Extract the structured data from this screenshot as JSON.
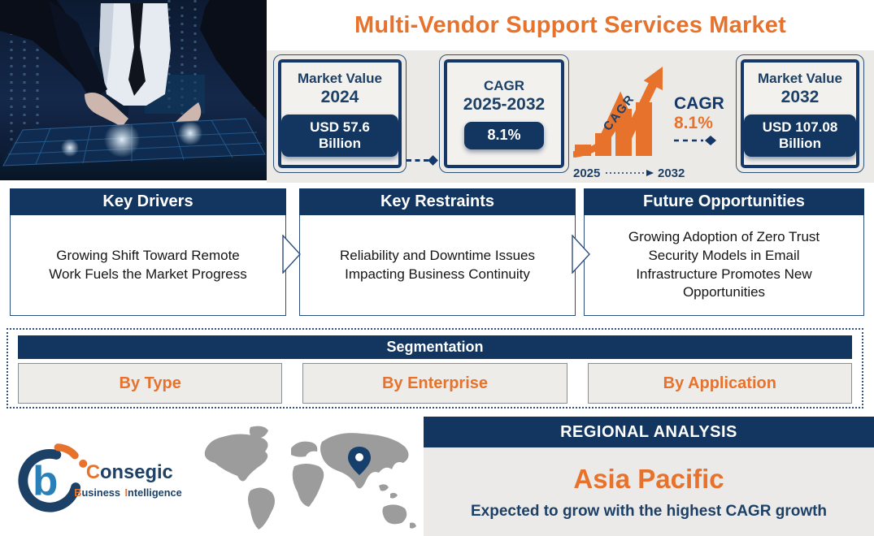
{
  "title": "Multi-Vendor Support Services Market",
  "colors": {
    "navy": "#12365F",
    "orange": "#E7722C",
    "strip_gray": "#ECEAE7",
    "panel_gray": "#EBEAE8"
  },
  "stats": {
    "market_2024": {
      "label": "Market Value",
      "year": "2024",
      "value": "USD 57.6 Billion"
    },
    "cagr": {
      "label": "CAGR",
      "year": "2025-2032",
      "value": "8.1%"
    },
    "growth_chart": {
      "arrow_label": "CAGR",
      "cagr_label": "CAGR",
      "cagr_value": "8.1%",
      "from_year": "2025",
      "to_year": "2032"
    },
    "market_2032": {
      "label": "Market Value",
      "year": "2032",
      "value": "USD 107.08 Billion"
    }
  },
  "insights": [
    {
      "header": "Key Drivers",
      "text": "Growing Shift Toward Remote Work Fuels the Market Progress"
    },
    {
      "header": "Key Restraints",
      "text": "Reliability and Downtime Issues Impacting Business Continuity"
    },
    {
      "header": "Future Opportunities",
      "text": "Growing Adoption of Zero Trust Security Models in Email Infrastructure Promotes New Opportunities"
    }
  ],
  "segmentation": {
    "header": "Segmentation",
    "items": [
      {
        "label": "By Type"
      },
      {
        "label": "By Enterprise"
      },
      {
        "label": "By Application"
      }
    ]
  },
  "regional": {
    "header": "REGIONAL ANALYSIS",
    "region": "Asia Pacific",
    "subtitle": "Expected to grow with the highest CAGR growth"
  },
  "logo": {
    "name_lead": "C",
    "name_rest": "onsegic",
    "tag_lead1": "B",
    "tag_part1": "usiness",
    "tag_lead2": "I",
    "tag_part2": "ntelligence"
  }
}
